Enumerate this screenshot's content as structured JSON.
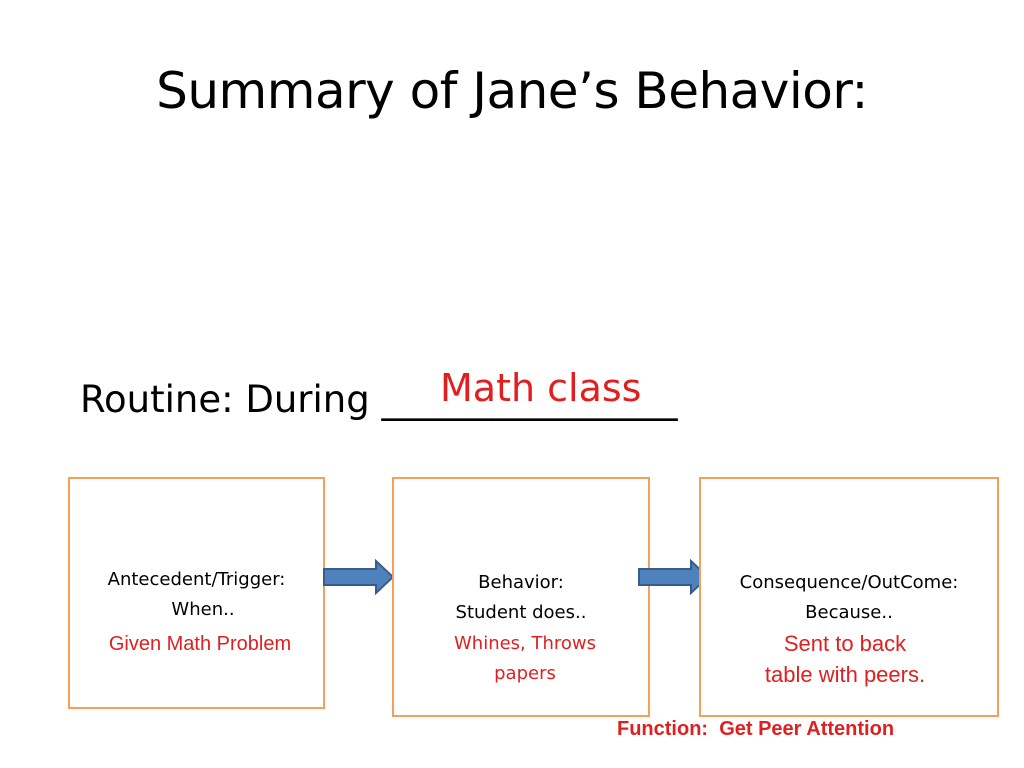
{
  "slide": {
    "title": "Summary of Jane’s Behavior:",
    "routine": {
      "label": "Routine: During ________________",
      "value": "Math class"
    },
    "boxes": [
      {
        "heading": "Antecedent/Trigger:",
        "subheading": "When..",
        "answer": "Given Math Problem"
      },
      {
        "heading": "Behavior:",
        "subheading": "Student does..",
        "answer_line1": "Whines, Throws",
        "answer_line2": "papers"
      },
      {
        "heading": "Consequence/OutCome:",
        "subheading": "Because..",
        "answer_line1": "Sent to back",
        "answer_line2": "table with peers."
      }
    ],
    "function": "Function:  Get Peer Attention"
  },
  "colors": {
    "box_border": "#f2a05a",
    "arrow_fill": "#4f81bd",
    "arrow_stroke": "#385d8a",
    "answer_text": "#e02020"
  }
}
